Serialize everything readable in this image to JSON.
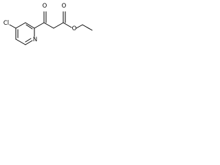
{
  "diagram": {
    "type": "chemical-structure",
    "atom_labels": {
      "chlorine": "Cl",
      "nitrogen": "N",
      "ketone_oxygen": "O",
      "ester_carbonyl_oxygen": "O",
      "ester_oxygen": "O"
    }
  },
  "colors": {
    "bond": "#000000",
    "label": "#000000",
    "background": "#ffffff"
  }
}
